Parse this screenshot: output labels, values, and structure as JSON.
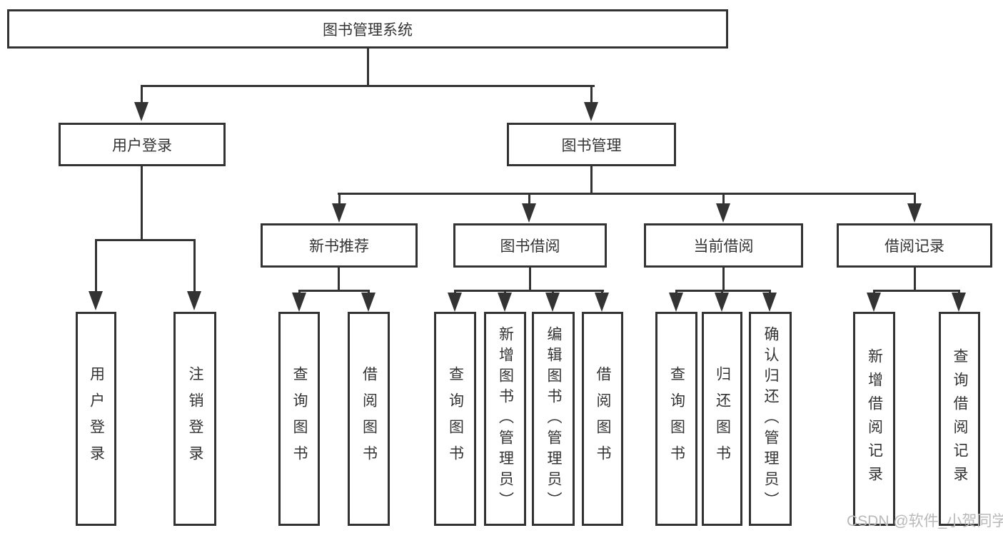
{
  "diagram": {
    "root": {
      "label": "图书管理系统"
    },
    "user_login": {
      "label": "用户登录",
      "children": [
        "用户登录",
        "注销登录"
      ]
    },
    "book_mgmt": {
      "label": "图书管理"
    },
    "new_book_rec": {
      "label": "新书推荐",
      "children": [
        "查询图书",
        "借阅图书"
      ]
    },
    "book_borrow": {
      "label": "图书借阅",
      "children": [
        "查询图书",
        "新增图书（管理员）",
        "编辑图书（管理员）",
        "借阅图书"
      ]
    },
    "current_borrow": {
      "label": "当前借阅",
      "children": [
        "查询图书",
        "归还图书",
        "确认归还（管理员）"
      ]
    },
    "borrow_record": {
      "label": "借阅记录",
      "children": [
        "新增借阅记录",
        "查询借阅记录"
      ]
    }
  },
  "watermark": {
    "text": "CSDN @软件_小贺同学"
  },
  "colors": {
    "line": "#333333",
    "text": "#333333",
    "background": "#ffffff",
    "watermark": "#b9b9b9"
  }
}
